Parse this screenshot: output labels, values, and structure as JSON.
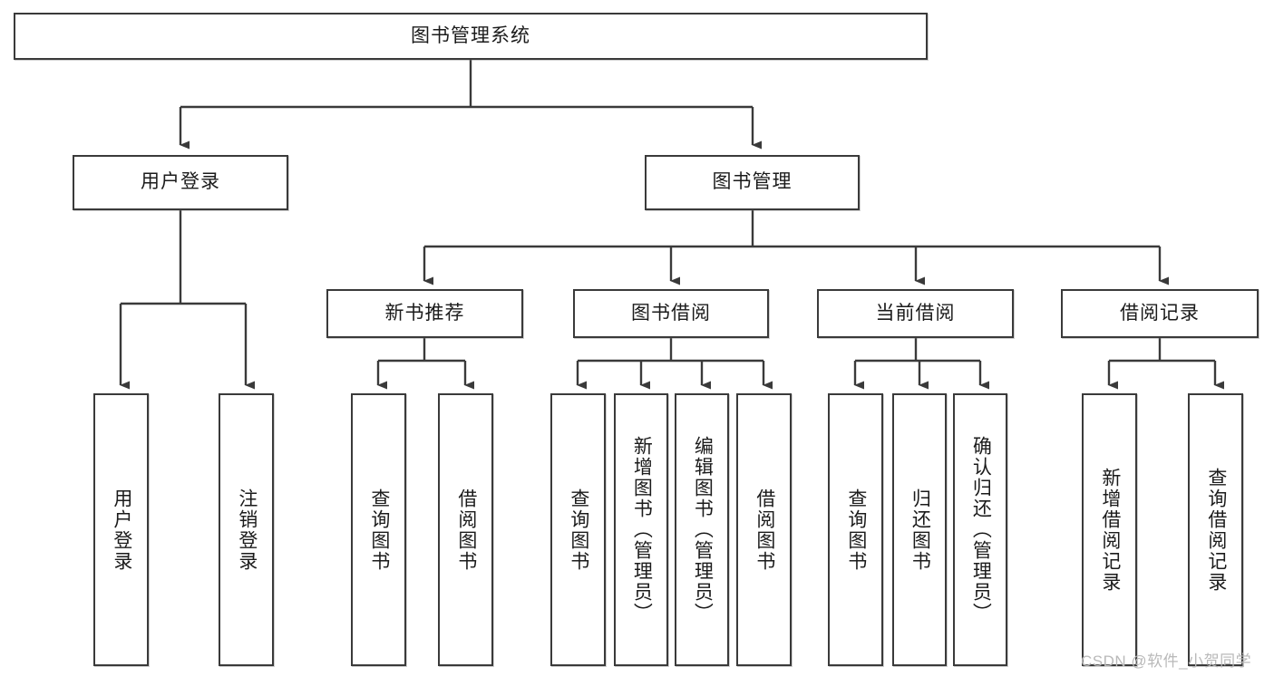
{
  "diagram": {
    "title": "图书管理系统",
    "type": "hierarchy-tree",
    "root": {
      "label": "图书管理系统"
    },
    "level2": [
      {
        "label": "用户登录"
      },
      {
        "label": "图书管理"
      }
    ],
    "level3": [
      {
        "label": "新书推荐"
      },
      {
        "label": "图书借阅"
      },
      {
        "label": "当前借阅"
      },
      {
        "label": "借阅记录"
      }
    ],
    "leaves": {
      "user_login": [
        {
          "label": "用户登录"
        },
        {
          "label": "注销登录"
        }
      ],
      "new_book_recommend": [
        {
          "label": "查询图书"
        },
        {
          "label": "借阅图书"
        }
      ],
      "book_borrow": [
        {
          "label": "查询图书"
        },
        {
          "label": "新增图书（管理员）"
        },
        {
          "label": "编辑图书（管理员）"
        },
        {
          "label": "借阅图书"
        }
      ],
      "current_borrow": [
        {
          "label": "查询图书"
        },
        {
          "label": "归还图书"
        },
        {
          "label": "确认归还（管理员）"
        }
      ],
      "borrow_record": [
        {
          "label": "新增借阅记录"
        },
        {
          "label": "查询借阅记录"
        }
      ]
    }
  },
  "watermark": {
    "text": "CSDN @软件_小贺同学"
  },
  "colors": {
    "stroke": "#3a3a3a",
    "text": "#1b1b1b",
    "background": "#ffffff",
    "watermark": "#b9b9b9"
  }
}
